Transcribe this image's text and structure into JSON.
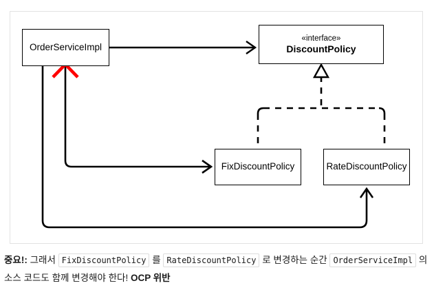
{
  "diagram": {
    "type": "uml-class-diagram",
    "boxes": [
      {
        "id": "orderserviceimpl",
        "name": "OrderServiceImpl",
        "stereotype": "",
        "bold": false
      },
      {
        "id": "discountpolicy",
        "name": "DiscountPolicy",
        "stereotype": "«interface»",
        "bold": true
      },
      {
        "id": "fixdiscount",
        "name": "FixDiscountPolicy",
        "stereotype": "",
        "bold": false
      },
      {
        "id": "ratediscount",
        "name": "RateDiscountPolicy",
        "stereotype": "",
        "bold": false
      }
    ],
    "relations": [
      {
        "from": "OrderServiceImpl",
        "to": "DiscountPolicy",
        "style": "solid",
        "arrow": "open",
        "kind": "dependency"
      },
      {
        "from": "OrderServiceImpl",
        "to": "FixDiscountPolicy",
        "style": "solid",
        "arrow": "open",
        "kind": "dependency"
      },
      {
        "from": "OrderServiceImpl",
        "to": "RateDiscountPolicy",
        "style": "solid",
        "arrow": "open",
        "kind": "dependency"
      },
      {
        "from": "FixDiscountPolicy",
        "to": "DiscountPolicy",
        "style": "dashed",
        "arrow": "hollow-triangle",
        "kind": "realization"
      },
      {
        "from": "RateDiscountPolicy",
        "to": "DiscountPolicy",
        "style": "dashed",
        "arrow": "hollow-triangle",
        "kind": "realization"
      }
    ],
    "annotation": {
      "name": "red-x-mark",
      "color": "#FF0000",
      "meaning": "broken-relation"
    },
    "colors": {
      "line": "#000000",
      "box_border": "#000000",
      "box_fill": "#FFFFFF",
      "frame_border": "#E2E2E2",
      "mark": "#FF0000"
    }
  },
  "caption": {
    "lead": "중요!:",
    "text_1": "그래서",
    "code_1": "FixDiscountPolicy",
    "text_2": "를",
    "code_2": "RateDiscountPolicy",
    "text_3": "로 변경하는 순간",
    "code_3": "OrderServiceImpl",
    "text_4": "의 소스 코드도 함께 변경해야 한다!",
    "emphasis": "OCP 위반"
  }
}
